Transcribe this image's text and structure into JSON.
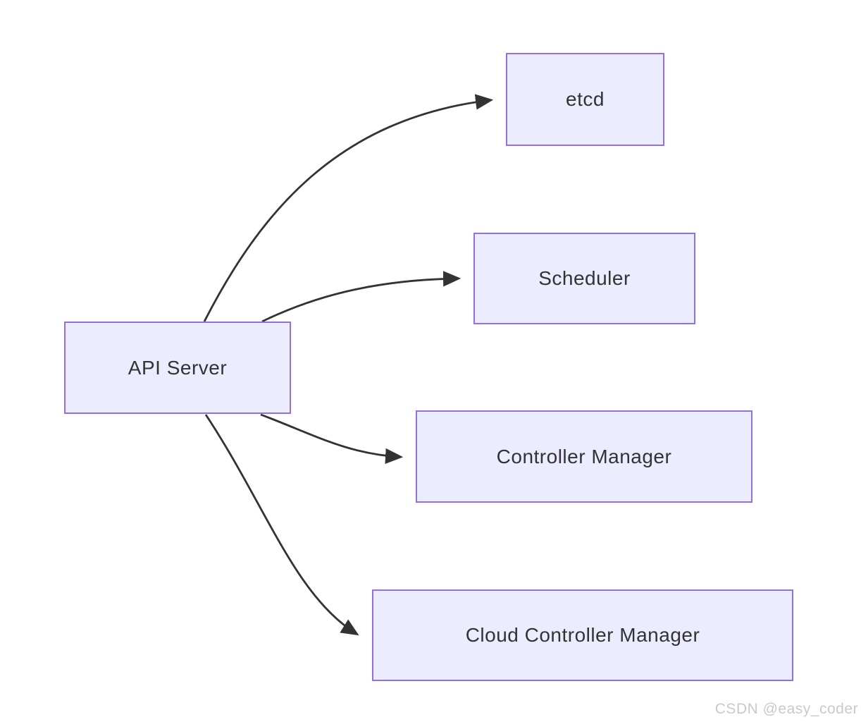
{
  "diagram": {
    "type": "flowchart",
    "direction": "left-to-right",
    "nodes": [
      {
        "id": "api-server",
        "label": "API Server"
      },
      {
        "id": "etcd",
        "label": "etcd"
      },
      {
        "id": "scheduler",
        "label": "Scheduler"
      },
      {
        "id": "controller-manager",
        "label": "Controller Manager"
      },
      {
        "id": "cloud-controller-manager",
        "label": "Cloud Controller Manager"
      }
    ],
    "edges": [
      {
        "from": "API Server",
        "to": "etcd"
      },
      {
        "from": "API Server",
        "to": "Scheduler"
      },
      {
        "from": "API Server",
        "to": "Controller Manager"
      },
      {
        "from": "API Server",
        "to": "Cloud Controller Manager"
      }
    ],
    "colors": {
      "node_fill": "#ECECFF",
      "node_border": "#9370DB",
      "node_text": "#333333",
      "edge_stroke": "#333333",
      "background": "#FFFFFF"
    }
  },
  "watermark": {
    "text": "CSDN @easy_coder",
    "color": "#C9C9C9"
  }
}
